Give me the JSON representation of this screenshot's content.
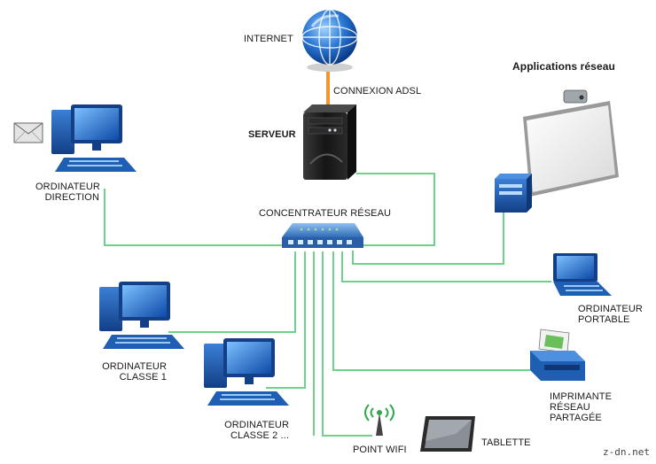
{
  "labels": {
    "internet": "INTERNET",
    "connexion": "CONNEXION ADSL",
    "serveur": "SERVEUR",
    "applications": "Applications réseau",
    "direction_l1": "ORDINATEUR",
    "direction_l2": "DIRECTION",
    "concentrateur": "CONCENTRATEUR RÉSEAU",
    "portable_l1": "ORDINATEUR",
    "portable_l2": "PORTABLE",
    "classe1_l1": "ORDINATEUR",
    "classe1_l2": "CLASSE 1",
    "classe2_l1": "ORDINATEUR",
    "classe2_l2": "CLASSE 2 ...",
    "imprimante_l1": "IMPRIMANTE",
    "imprimante_l2": "RÉSEAU",
    "imprimante_l3": "PARTAGÉE",
    "wifi": "POINT WIFI",
    "tablette": "TABLETTE"
  },
  "watermark": "z-dn.net",
  "colors": {
    "link": "#6fd28a",
    "adsl": "#f0962c",
    "hub": "#4f86c8",
    "computer": "#1f5fb3",
    "server": "#1c1c1c",
    "globe": "#2a78d6"
  },
  "icons": [
    "globe-icon",
    "server-icon",
    "hub-icon",
    "computer-icon",
    "laptop-icon",
    "printer-icon",
    "wifi-icon",
    "tablet-icon",
    "whiteboard-icon",
    "mail-icon"
  ]
}
